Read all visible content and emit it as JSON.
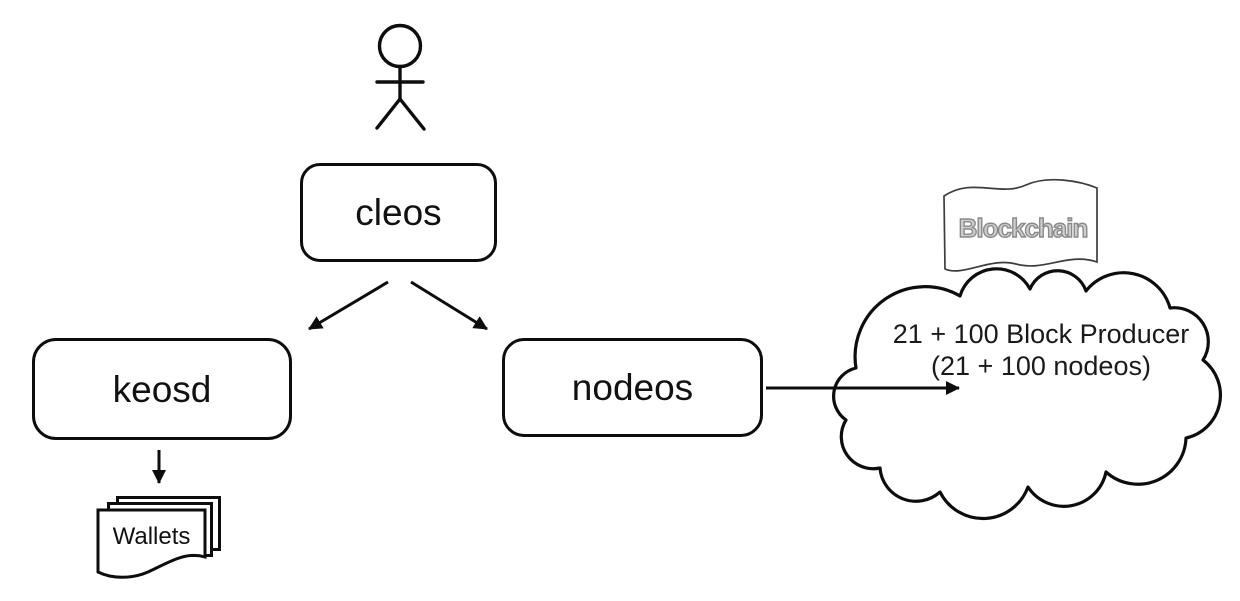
{
  "diagram": {
    "background": "#ffffff",
    "stroke_color": "#0d0d0d",
    "actor": {
      "icon": "stick-figure-person"
    },
    "nodes": {
      "cleos": {
        "label": "cleos"
      },
      "keosd": {
        "label": "keosd"
      },
      "nodeos": {
        "label": "nodeos"
      }
    },
    "edges": [
      {
        "from": "cleos",
        "to": "keosd",
        "type": "arrow"
      },
      {
        "from": "cleos",
        "to": "nodeos",
        "type": "arrow"
      },
      {
        "from": "keosd",
        "to": "wallets",
        "type": "arrow"
      },
      {
        "from": "nodeos",
        "to": "blockchain-cloud",
        "type": "arrow"
      }
    ],
    "wallets": {
      "label": "Wallets",
      "icon": "stacked-documents"
    },
    "blockchain_flag": {
      "label": "Blockchain",
      "text_color": "#cfcfcf",
      "outline_color": "#8a8a8a"
    },
    "cloud": {
      "line1": "21 + 100 Block Producer",
      "line2": "(21 + 100 nodeos)"
    }
  }
}
